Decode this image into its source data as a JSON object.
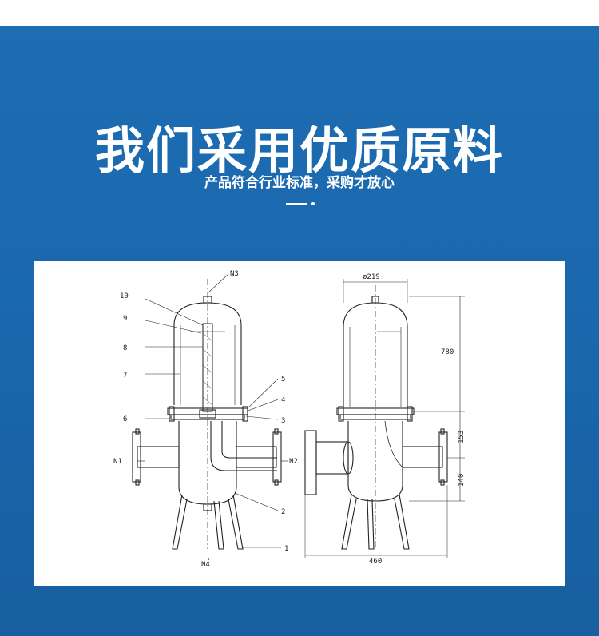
{
  "header": {
    "title": "我们采用优质原料",
    "subtitle": "产品符合行业标准，采购才放心"
  },
  "drawing": {
    "front_view": {
      "part_numbers": [
        "1",
        "2",
        "3",
        "4",
        "5",
        "6",
        "7",
        "8",
        "9",
        "10"
      ],
      "nozzles": [
        "N1",
        "N2",
        "N3",
        "N4"
      ]
    },
    "side_view": {
      "diameter": "ø219",
      "dimensions": [
        "780",
        "153",
        "140",
        "460"
      ]
    }
  },
  "colors": {
    "panel": "#1a67ad",
    "title": "#ffffff",
    "line": "#222222"
  }
}
